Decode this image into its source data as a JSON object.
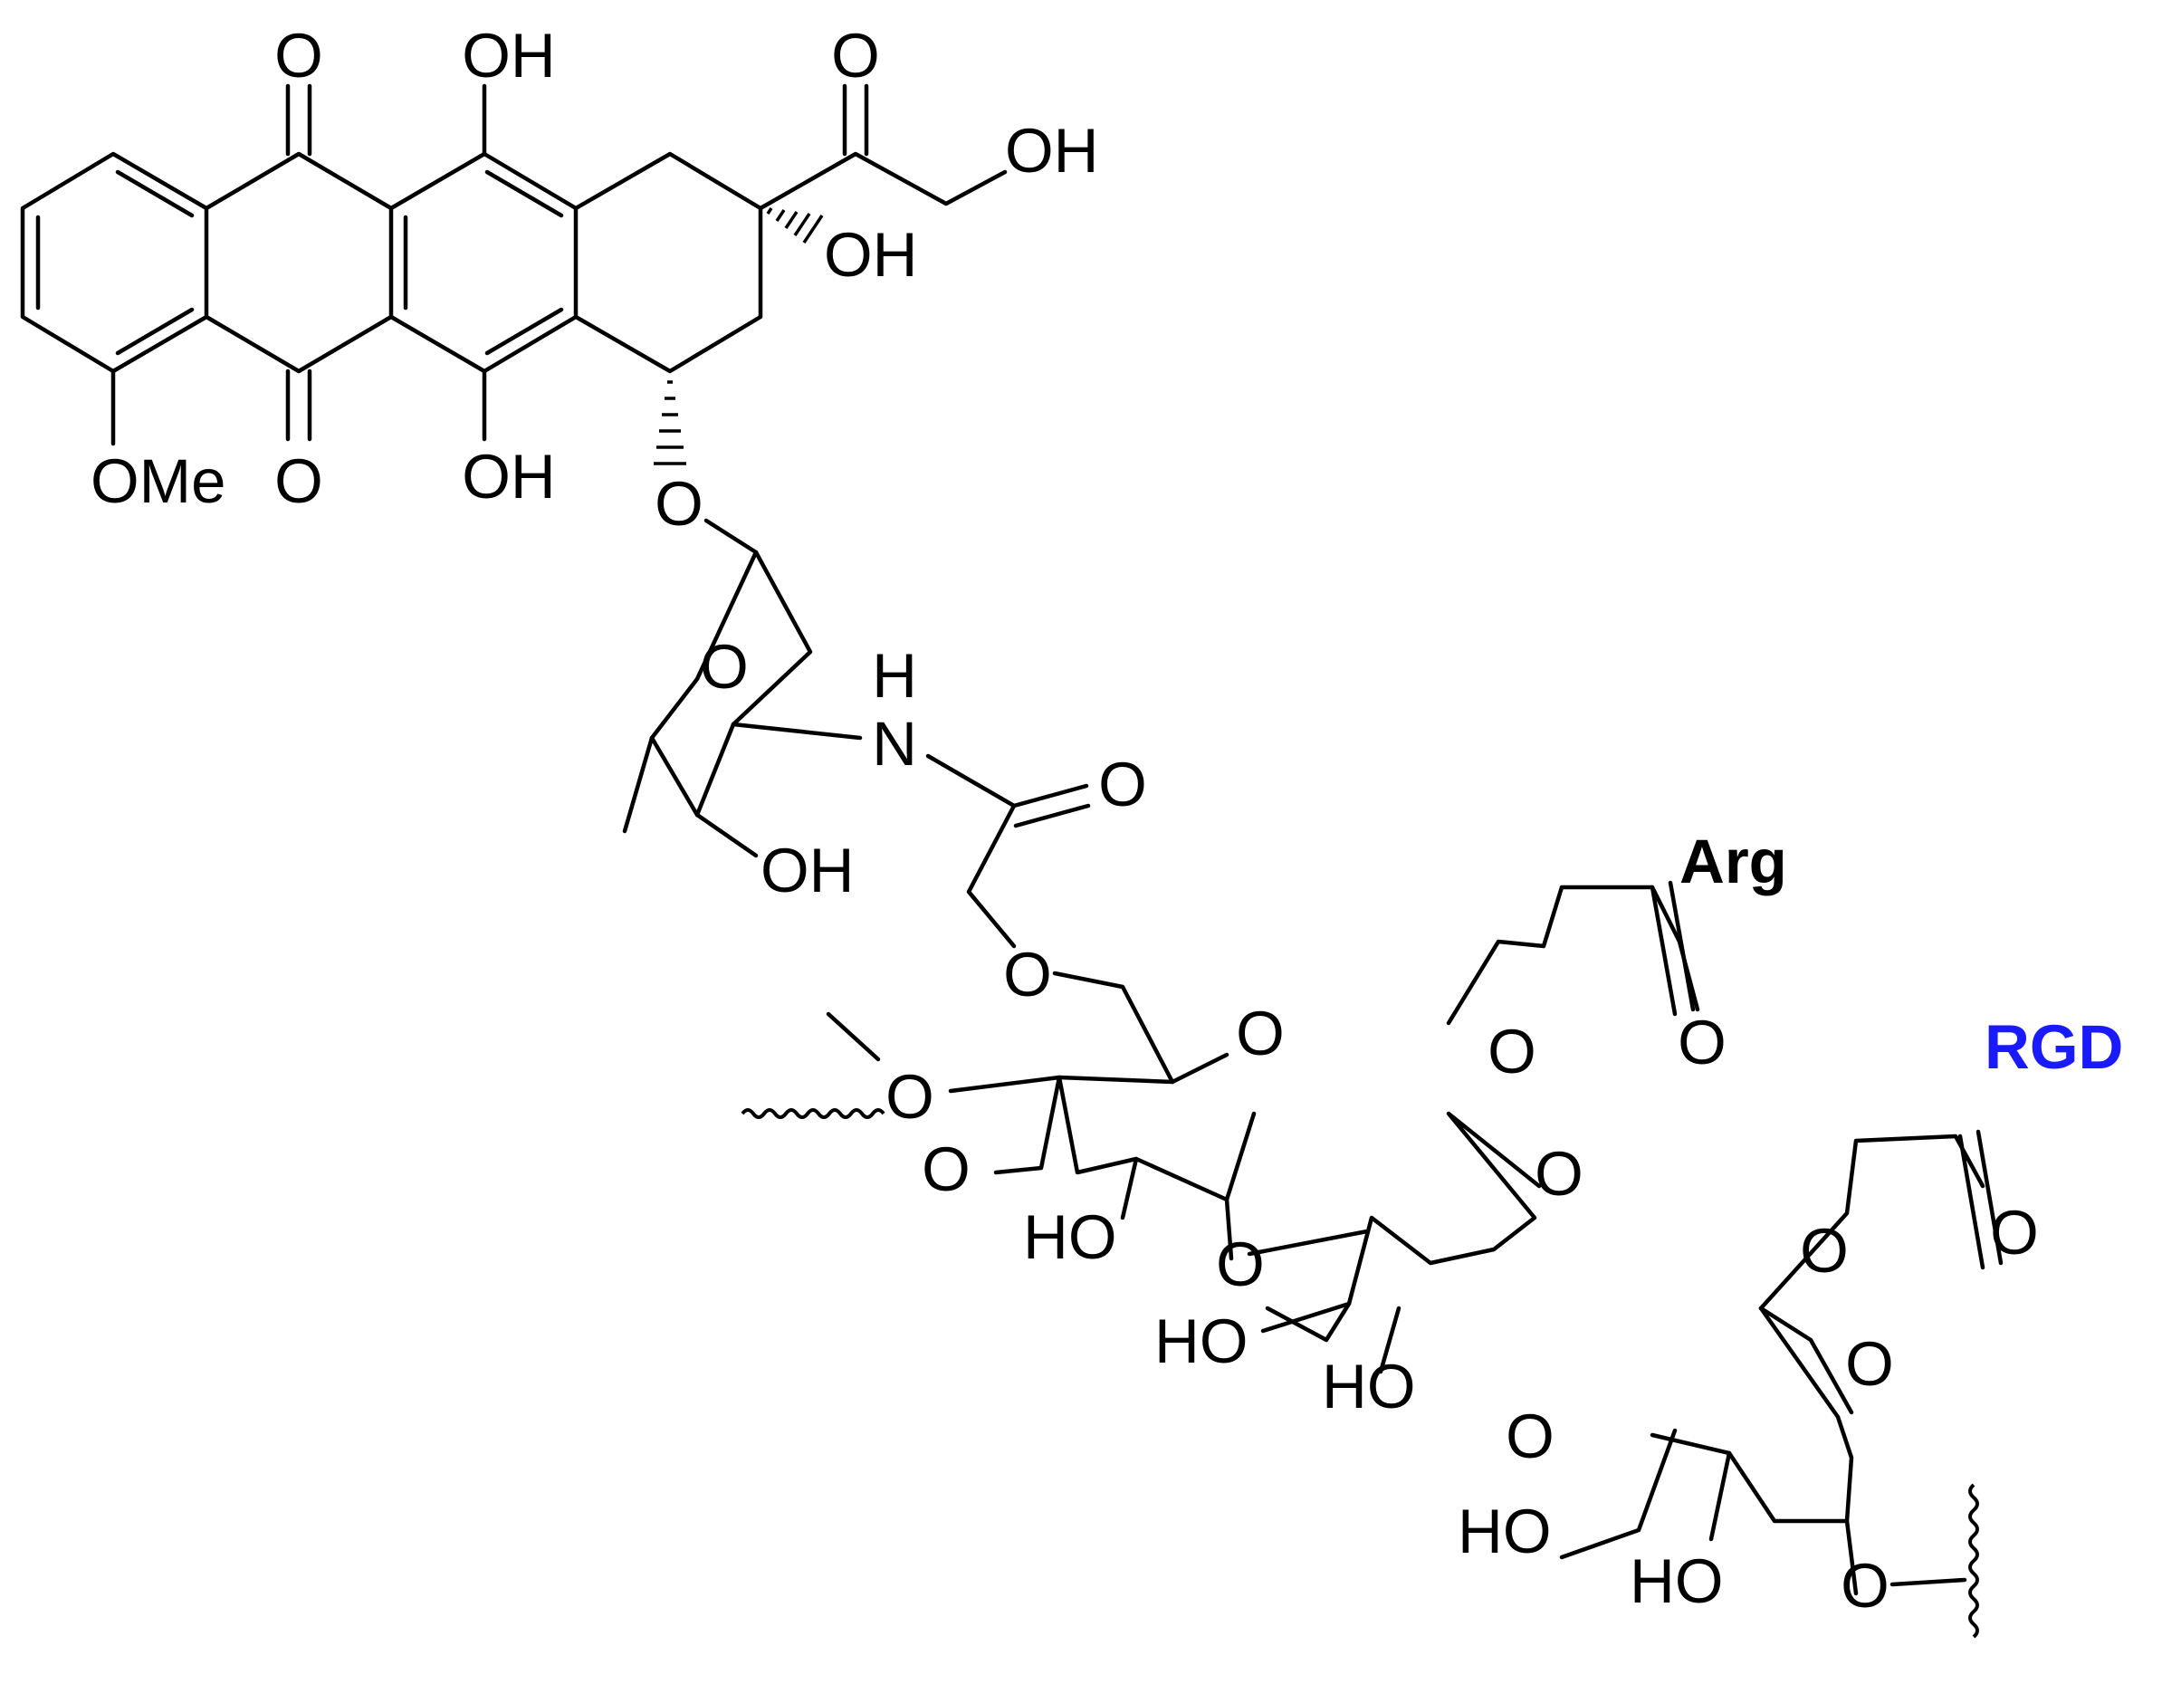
{
  "colors": {
    "bond": "#000000",
    "label": "#000000",
    "arg": "#000000",
    "rgd": "#1a1aff"
  },
  "labels": {
    "o_quinone_top": "O",
    "oh_c11": "OH",
    "o_ketone_c13": "O",
    "oh_c14": "OH",
    "oh_c9": "OH",
    "o_quinone_bottom": "O",
    "ome": "OMe",
    "oh_c6": "OH",
    "o_glycosidic": "O",
    "o_ring_sugar": "O",
    "nh_h": "H",
    "nh_n": "N",
    "o_amide": "O",
    "oh_sugar": "OH",
    "o_ether_1": "O",
    "arg": "Arg",
    "o_ring_a": "O",
    "o_link_a": "O",
    "o_a_c3": "O",
    "ho_a": "HO",
    "o_acyl_2": "O",
    "o_ether_2": "O",
    "rgd": "RGD",
    "o_ring_b": "O",
    "o_link_b": "O",
    "ho_b1": "HO",
    "ho_b2": "HO",
    "o_acyl_3": "O",
    "o_ether_3": "O",
    "o_ring_c": "O",
    "o_link_c": "O",
    "ho_c1": "HO",
    "ho_c2": "HO",
    "o_link_end": "O"
  }
}
